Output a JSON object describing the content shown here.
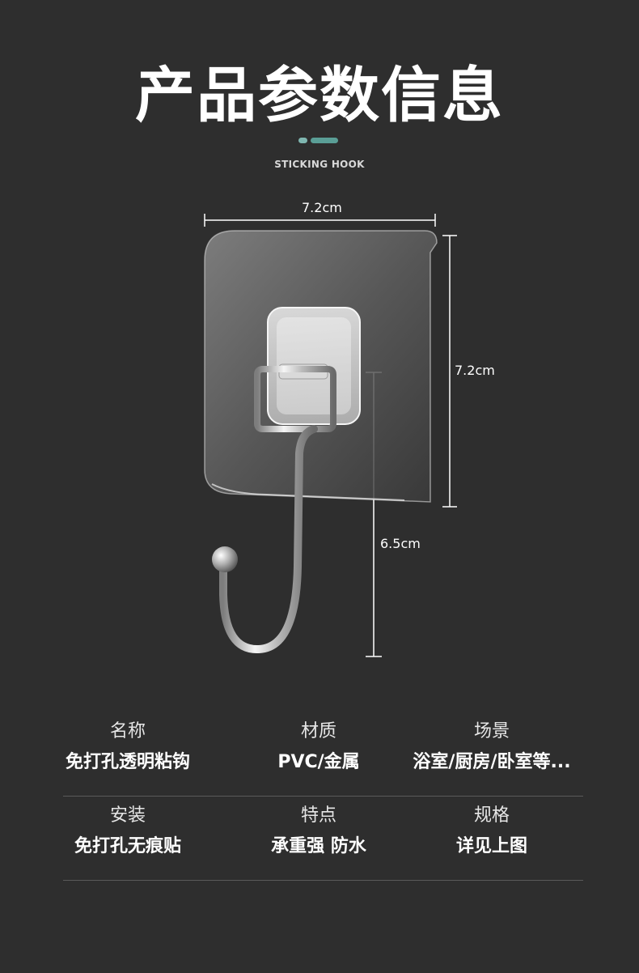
{
  "header": {
    "title": "产品参数信息",
    "subtitle": "STICKING HOOK"
  },
  "dimensions": {
    "width": "7.2cm",
    "height": "7.2cm",
    "hook_length": "6.5cm"
  },
  "params": [
    [
      {
        "label": "名称",
        "value": "免打孔透明粘钩"
      },
      {
        "label": "材质",
        "value": "PVC/金属"
      },
      {
        "label": "场景",
        "value": "浴室/厨房/卧室等..."
      }
    ],
    [
      {
        "label": "安装",
        "value": "免打孔无痕贴"
      },
      {
        "label": "特点",
        "value": "承重强 防水"
      },
      {
        "label": "规格",
        "value": "详见上图"
      }
    ]
  ],
  "colors": {
    "background": "#2e2e2e",
    "accent": "#5a9e96",
    "text": "#ffffff"
  }
}
